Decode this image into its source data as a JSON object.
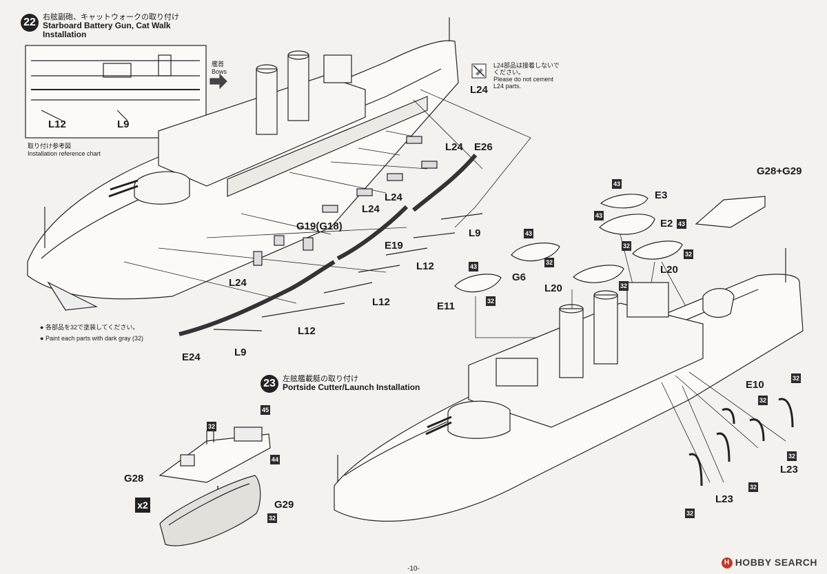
{
  "step22": {
    "number": "22",
    "title_ja": "右舷副砲、キャットウォークの取り付け",
    "title_en_1": "Starboard Battery Gun, Cat Walk",
    "title_en_2": "Installation",
    "ref_ja": "取り付け参考図",
    "ref_en": "Installation reference chart",
    "bows_ja": "艦首",
    "bows_en": "Bows",
    "no_cement_ja_1": "L24部品は接着しないで",
    "no_cement_ja_2": "ください。",
    "no_cement_en_1": "Please do not cement",
    "no_cement_en_2": "L24 parts.",
    "paint_ja": "各部品を32で塗装してください。",
    "paint_en": "Paint each parts with dark gray (32)",
    "parts": {
      "L12": "L12",
      "L9": "L9",
      "L24": "L24",
      "E26": "E26",
      "E19": "E19",
      "E24": "E24",
      "G19": "G19(G18)",
      "E3": "E3",
      "E2": "E2",
      "G6": "G6",
      "L20": "L20",
      "E11": "E11",
      "G28G29": "G28+G29"
    }
  },
  "step23": {
    "number": "23",
    "title_ja": "左舷艦載艇の取り付け",
    "title_en": "Portside Cutter/Launch Installation",
    "multiplier": "x2",
    "parts": {
      "G28": "G28",
      "G29": "G29",
      "E10": "E10",
      "L23": "L23"
    }
  },
  "colors": {
    "c32": "32",
    "c43": "43",
    "c44": "44",
    "c45": "45"
  },
  "footer": {
    "page": "-10-",
    "watermark": "HOBBY SEARCH",
    "watermark_icon": "hobby-search-logo"
  }
}
